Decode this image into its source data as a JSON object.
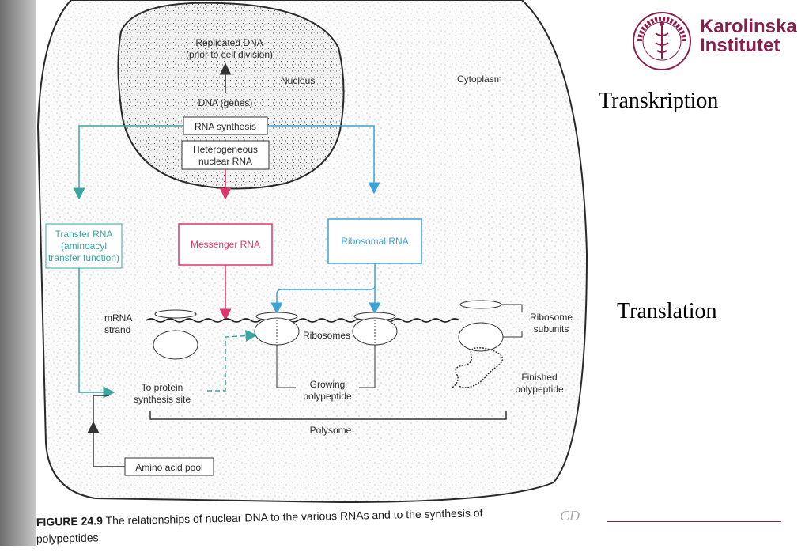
{
  "labels": {
    "replicated_dna_1": "Replicated DNA",
    "replicated_dna_2": "(prior to cell division)",
    "nucleus": "Nucleus",
    "cytoplasm": "Cytoplasm",
    "dna_genes": "DNA (genes)",
    "rna_synthesis": "RNA synthesis",
    "hetero_1": "Heterogeneous",
    "hetero_2": "nuclear RNA",
    "transfer_1": "Transfer RNA",
    "transfer_2": "(aminoacyl",
    "transfer_3": "transfer function)",
    "messenger": "Messenger RNA",
    "ribosomal": "Ribosomal RNA",
    "mrna_1": "mRNA",
    "mrna_2": "strand",
    "ribosomes": "Ribosomes",
    "subunits_1": "Ribosome",
    "subunits_2": "subunits",
    "to_protein_1": "To protein",
    "to_protein_2": "synthesis site",
    "growing_1": "Growing",
    "growing_2": "polypeptide",
    "finished_1": "Finished",
    "finished_2": "polypeptide",
    "polysome": "Polysome",
    "amino_pool": "Amino acid pool"
  },
  "caption": {
    "figure_label": "FIGURE 24.9",
    "text": " The relationships of nuclear DNA to the various RNAs and to the synthesis of",
    "line2": "polypeptides",
    "handwritten": "CD"
  },
  "slide": {
    "logo_line1": "Karolinska",
    "logo_line2": "Institutet",
    "logo_seal_text": "KAROLINSKA INSTITUTET ANNO 1810",
    "transkription": "Transkription",
    "translation": "Translation"
  },
  "colors": {
    "teal": "#3aa6a0",
    "blue": "#3ba3d8",
    "pink": "#e0356c",
    "dark": "#333333",
    "accent": "#8a1e4e"
  }
}
